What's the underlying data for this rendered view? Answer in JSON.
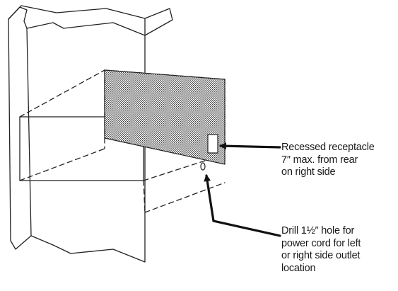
{
  "callouts": {
    "receptacle": {
      "lines": [
        "Recessed receptacle",
        "7″ max. from rear",
        "on right side"
      ]
    },
    "drill": {
      "lines": [
        "Drill 1½″ hole for",
        "power cord for left",
        "or right side outlet",
        "location"
      ]
    }
  }
}
